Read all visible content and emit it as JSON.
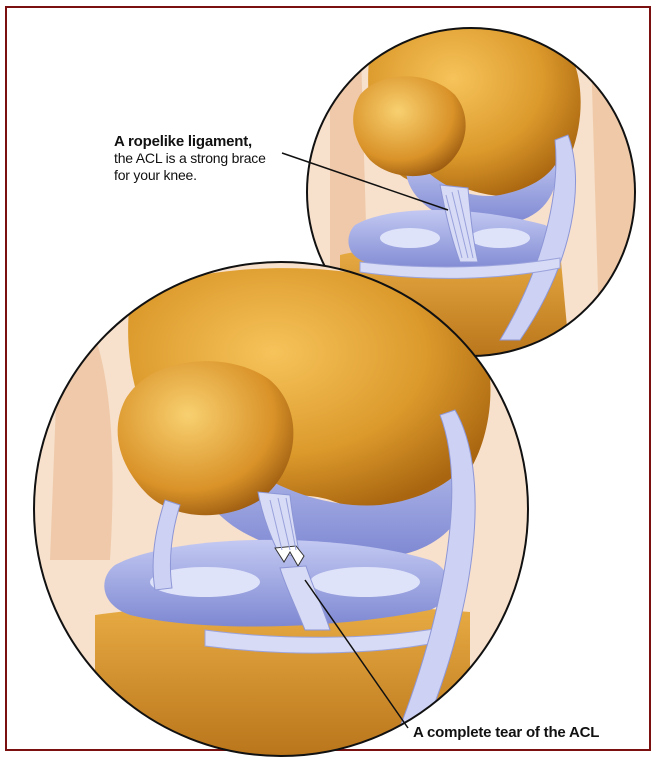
{
  "callout_top": {
    "heading": "A ropelike ligament,",
    "line1": "the ACL is a strong brace",
    "line2": "for your knee."
  },
  "callout_bottom": {
    "text": "A complete tear of the ACL"
  },
  "colors": {
    "border": "#7a1010",
    "bone": "#d99a2b",
    "bone_shadow": "#a8650f",
    "cartilage": "#9da6e0",
    "ligament": "#c9cdef",
    "skin": "#f3d4bb"
  }
}
